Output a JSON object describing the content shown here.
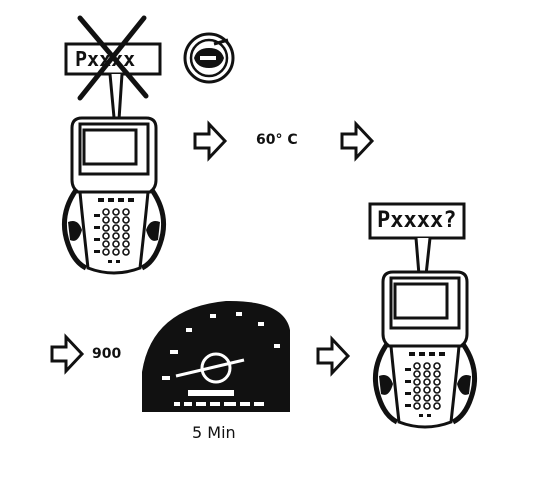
{
  "step1": {
    "dtc_code": "Pxxxx"
  },
  "step2": {
    "temperature": "60° C"
  },
  "step3": {
    "rpm": "900",
    "duration": "5 Min"
  },
  "step4": {
    "dtc_query": "Pxxxx?"
  },
  "colors": {
    "ink": "#111111",
    "paper": "#ffffff"
  },
  "icons": [
    "scan-tool-icon",
    "arrow-right-icon",
    "crossed-out-icon",
    "engine-temp-icon",
    "tachometer-icon"
  ]
}
